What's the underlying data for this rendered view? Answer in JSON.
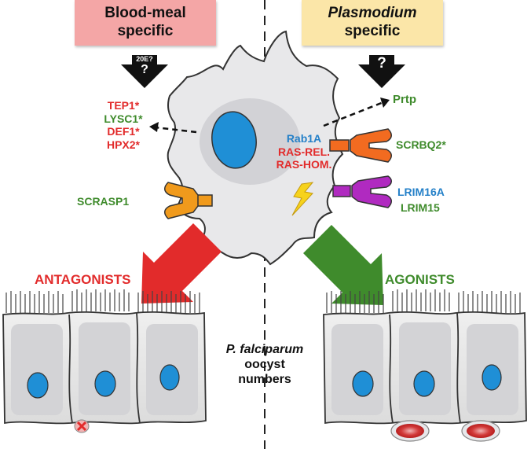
{
  "header": {
    "blood_meal_line1": "Blood-meal",
    "blood_meal_line2": "specific",
    "plasmodium_line1": "Plasmodium",
    "plasmodium_line2": "specific"
  },
  "arrows": {
    "left_top": "20E?",
    "left_q": "?",
    "right_q": "?"
  },
  "left_genes": [
    "TEP1*",
    "LYSC1*",
    "DEF1*",
    "HPX2*"
  ],
  "right_secreted": "Prtp",
  "receptors": {
    "scrasp1": "SCRASP1",
    "scrbq2": "SCRBQ2*",
    "lrim16a": "LRIM16A",
    "lrim15": "LRIM15"
  },
  "internal_genes": [
    "Rab1A",
    "RAS-REL.",
    "RAS-HOM."
  ],
  "outcomes": {
    "antagonists": "ANTAGONISTS",
    "agonists": "AGONISTS"
  },
  "center_text": {
    "line1": "P. falciparum",
    "line2": "oocyst",
    "line3": "numbers"
  },
  "colors": {
    "blood_box": "#f4a6a6",
    "plasmodium_box": "#fbe6a8",
    "antagonist_red": "#e22b2b",
    "agonist_green": "#3f8b2c",
    "gene_blue": "#2480c8",
    "nucleus": "#1f8fd6",
    "orange_receptor": "#f09a1c",
    "scrbq2_receptor": "#f26b20",
    "lrim_receptor": "#b02ac0"
  }
}
